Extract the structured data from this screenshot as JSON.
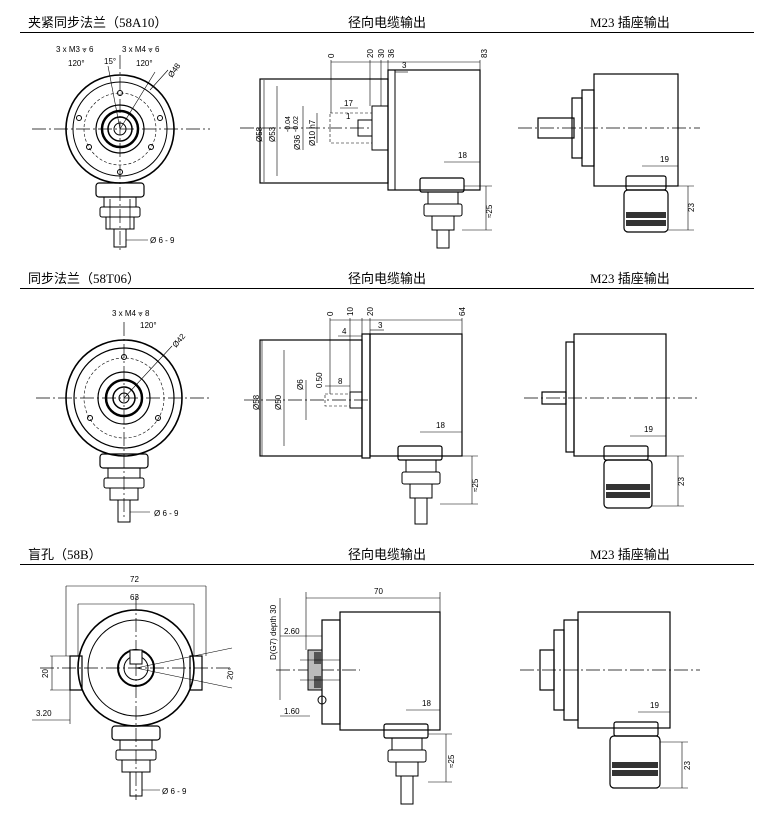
{
  "sections": [
    {
      "title": "夹紧同步法兰（58A10）",
      "col2": "径向电缆输出",
      "col3": "M23 插座输出",
      "front": {
        "hole1": "3 x M3 ⩔ 6",
        "hole2": "3 x M4 ⩔ 6",
        "angle": "15°",
        "pitch1": "120°",
        "pitch2": "120°",
        "dia": "Ø48",
        "cable": "Ø 6 - 9"
      },
      "side": {
        "d58": "Ø58",
        "d53": "Ø53",
        "tol1": "-0.04",
        "tol2": "-0.02",
        "d36": "Ø36",
        "d10": "Ø10 h7",
        "t0": "0",
        "t20": "20",
        "t30": "30",
        "t36": "36",
        "t83": "83",
        "t3": "3",
        "t17": "17",
        "t1": "1",
        "t18": "18",
        "t25": "≈25"
      },
      "conn": {
        "w": "19",
        "h": "23"
      }
    },
    {
      "title": "同步法兰（58T06）",
      "col2": "径向电缆输出",
      "col3": "M23 插座输出",
      "front": {
        "hole": "3 x M4 ⩔ 8",
        "pitch": "120°",
        "dia": "Ø42",
        "cable": "Ø 6 - 9"
      },
      "side": {
        "d58": "Ø58",
        "d50": "Ø50",
        "d6": "Ø6",
        "t050": "0.50",
        "t8": "8",
        "t0": "0",
        "t10": "10",
        "t20": "20",
        "t64": "64",
        "t4": "4",
        "t3": "3",
        "t18": "18",
        "t25": "≈25"
      },
      "conn": {
        "w": "19",
        "h": "23"
      }
    },
    {
      "title": "盲孔（58B）",
      "col2": "径向电缆输出",
      "col3": "M23 插座输出",
      "front": {
        "w72": "72",
        "w63": "63",
        "h20": "20",
        "ang": "20°",
        "t320": "3.20",
        "cable": "Ø 6 - 9"
      },
      "side": {
        "t70": "70",
        "bore": "D(G7) depth 30",
        "t260": "2.60",
        "t160": "1.60",
        "t18": "18",
        "t25": "≈25"
      },
      "conn": {
        "w": "19",
        "h": "23"
      }
    }
  ]
}
